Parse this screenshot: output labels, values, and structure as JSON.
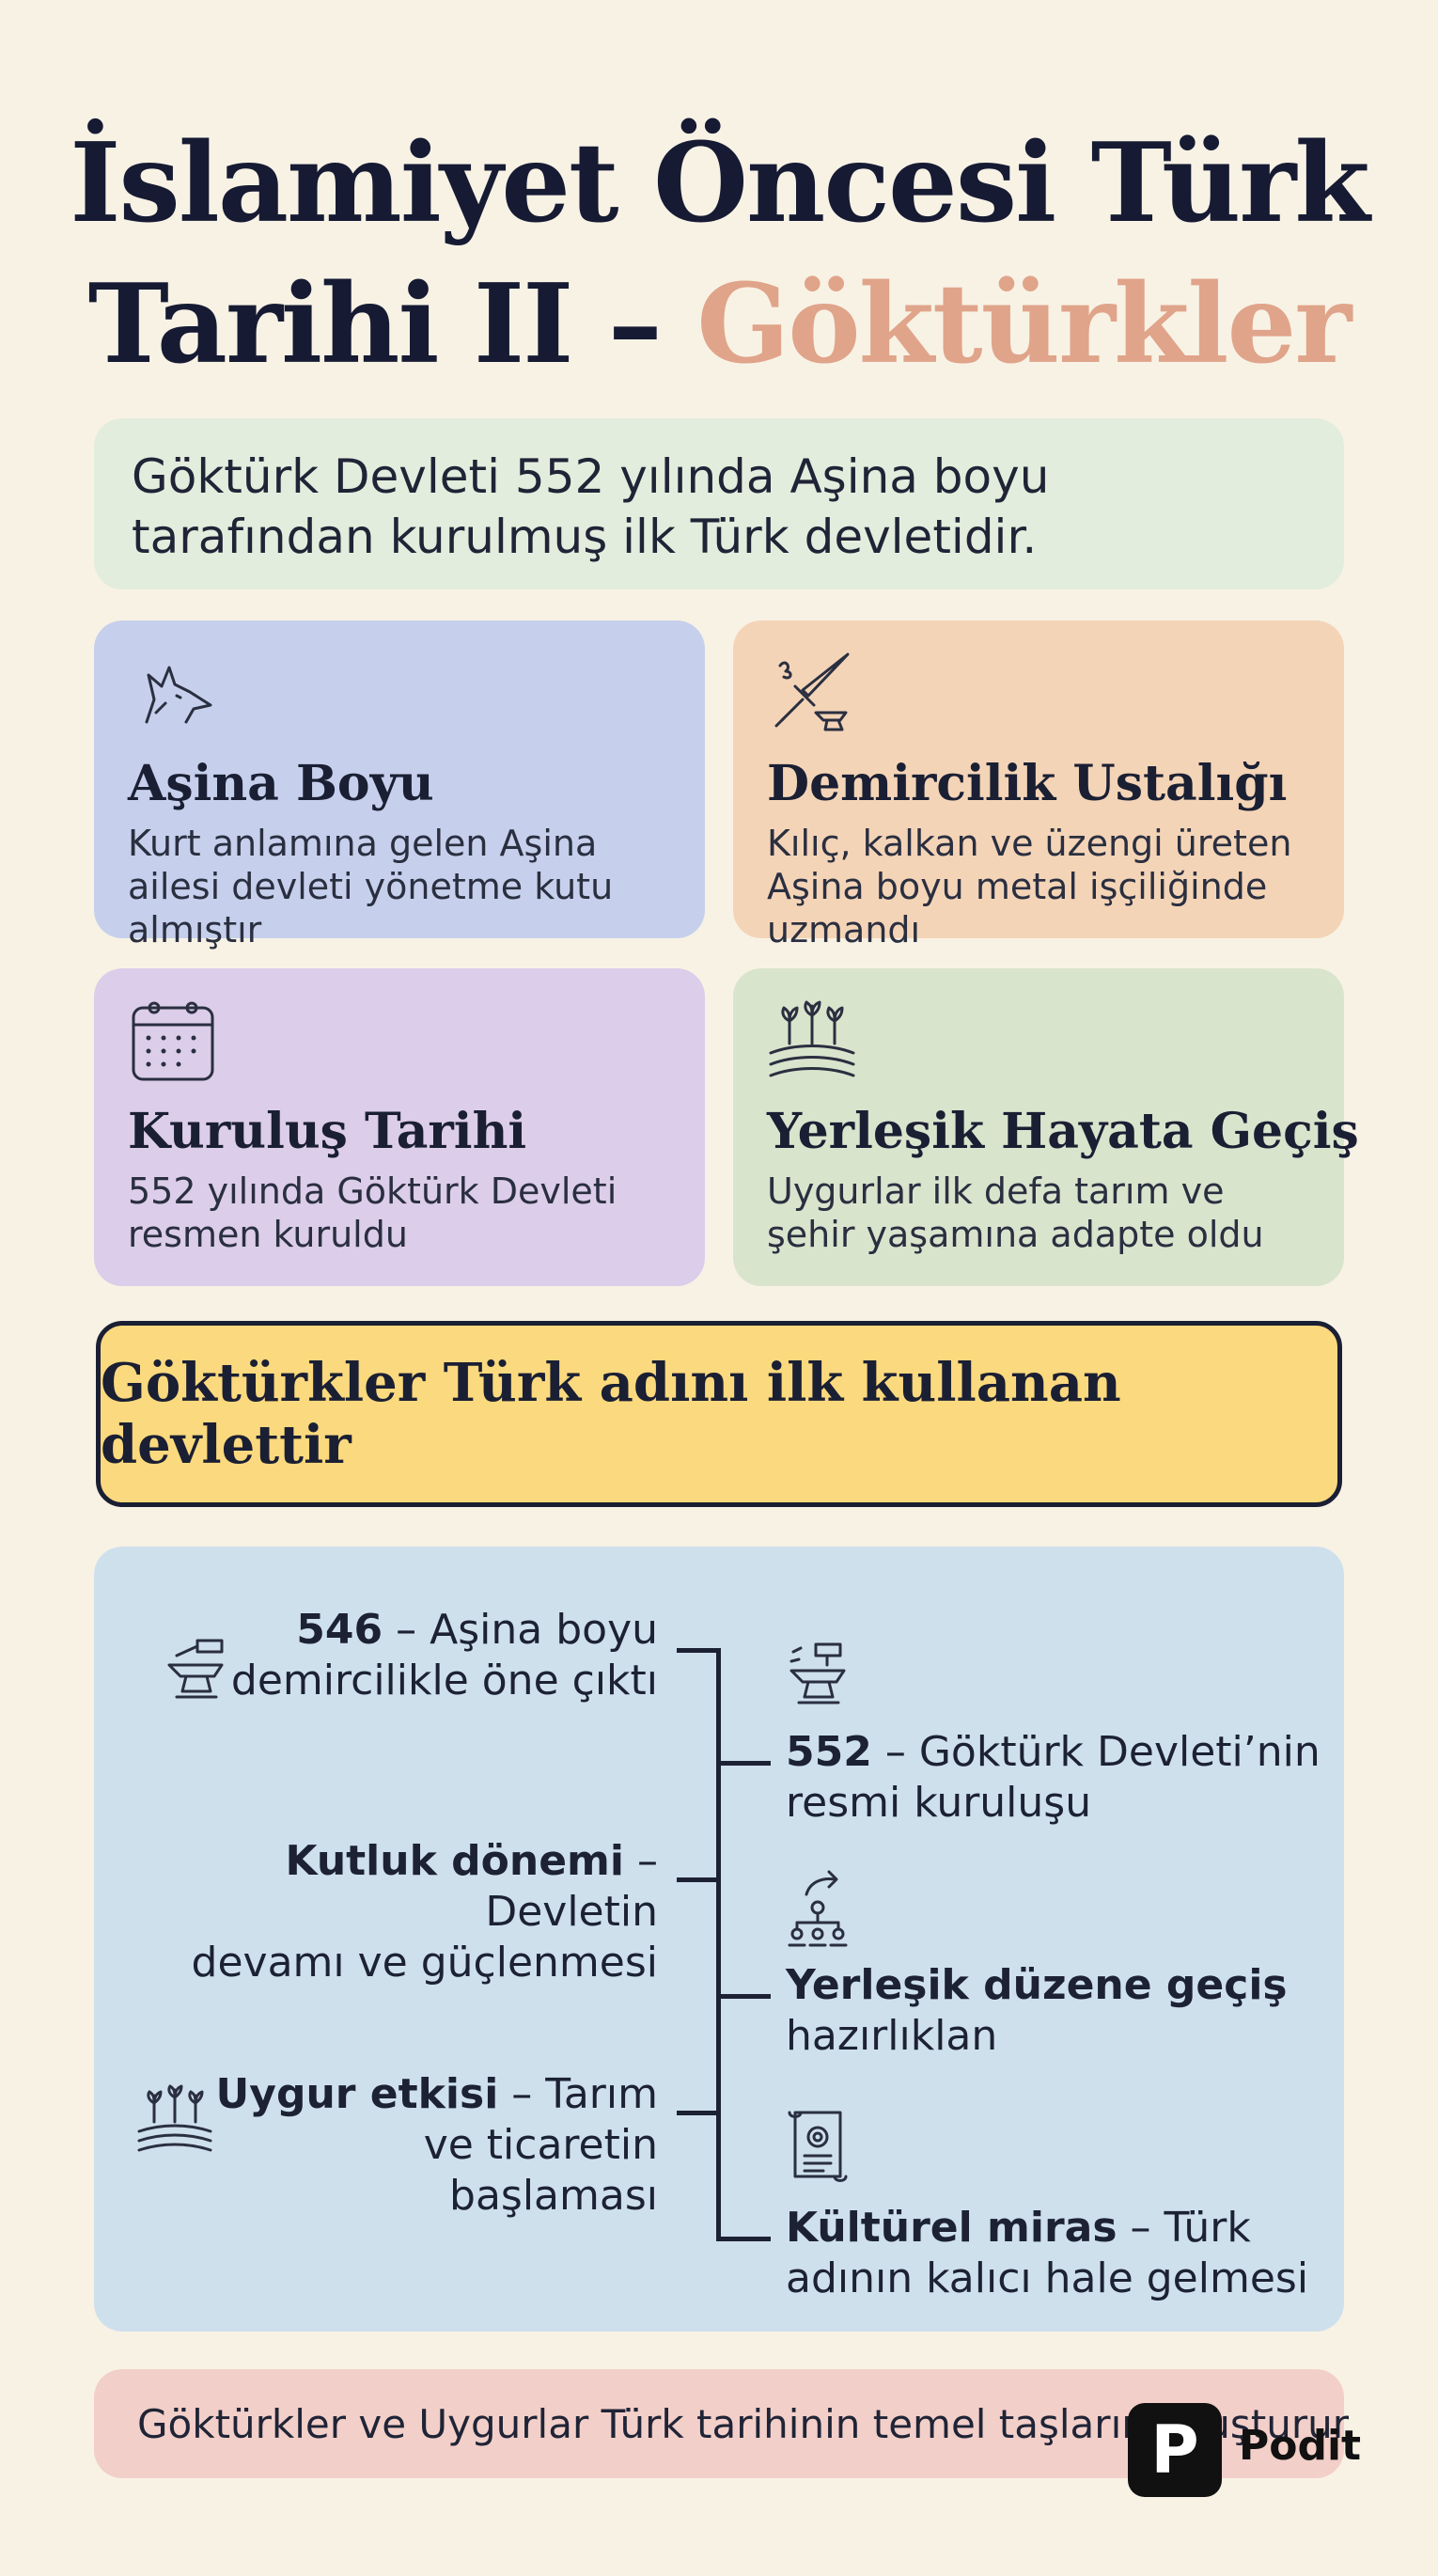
{
  "title": {
    "line1": "İslamiyet Öncesi Türk",
    "line2_prefix": "Tarihi II –",
    "line2_accent": "Göktürkler"
  },
  "intro": "Göktürk Devleti 552 yılında Aşina boyu tarafından kurulmuş ilk Türk devletidir.",
  "cards": [
    {
      "icon": "wolf-icon",
      "title": "Aşina Boyu",
      "text": "Kurt anlamına gelen Aşina ailesi devleti yönetme kutu almıştır"
    },
    {
      "icon": "sword-anvil-icon",
      "title": "Demircilik Ustalığı",
      "text": "Kılıç, kalkan ve üzengi üreten Aşina boyu metal işçiliğinde uzmandı"
    },
    {
      "icon": "calendar-icon",
      "title": "Kuruluş Tarihi",
      "text": "552 yılında Göktürk Devleti resmen kuruldu"
    },
    {
      "icon": "wheat-field-icon",
      "title": "Yerleşik Hayata Geçiş",
      "text": "Uygurlar ilk defa tarım ve şehir yaşamına adapte oldu"
    }
  ],
  "highlight": "Göktürkler Türk adını ilk kullanan devlettir",
  "timeline": {
    "left": [
      {
        "bold": "546",
        "rest1": " – Aşina boyu",
        "line2": "demircilikle öne çıktı",
        "icon": "anvil-icon"
      },
      {
        "bold": "Kutluk dönemi",
        "rest1": " – Devletin",
        "line2": "devamı ve güçlenmesi",
        "icon": ""
      },
      {
        "bold": "Uygur etkisi",
        "rest1": " – Tarım",
        "line2": "ve ticaretin başlaması",
        "icon": "wheat-field-icon"
      }
    ],
    "right": [
      {
        "bold": "552",
        "rest1": " – Göktürk Devleti’nin",
        "line2": "resmi kuruluşu",
        "icon": "anvil-icon"
      },
      {
        "bold": "Yerleşik düzene geçiş",
        "rest1": "",
        "line2": "hazırlıklan",
        "icon": "hierarchy-icon"
      },
      {
        "bold": "Kültürel miras",
        "rest1": " – Türk",
        "line2": "adının kalıcı hale gelmesi",
        "icon": "scroll-icon"
      }
    ]
  },
  "footer": "Göktürkler ve Uygurlar Türk tarihinin temel taşlarını oluşturur",
  "brand": {
    "logo_letter": "P",
    "name": "Podit"
  },
  "colors": {
    "background": "#f8f2e5",
    "title": "#161b33",
    "accent": "#e0a48a",
    "intro_bg": "#e3eddd",
    "card_blue": "#c6d0ec",
    "card_peach": "#f4d4b7",
    "card_lilac": "#dccdea",
    "card_green": "#d9e4cd",
    "highlight_bg": "#fbd97e",
    "timeline_bg": "#cfe0ed",
    "footer_bg": "#f3cfc9"
  }
}
